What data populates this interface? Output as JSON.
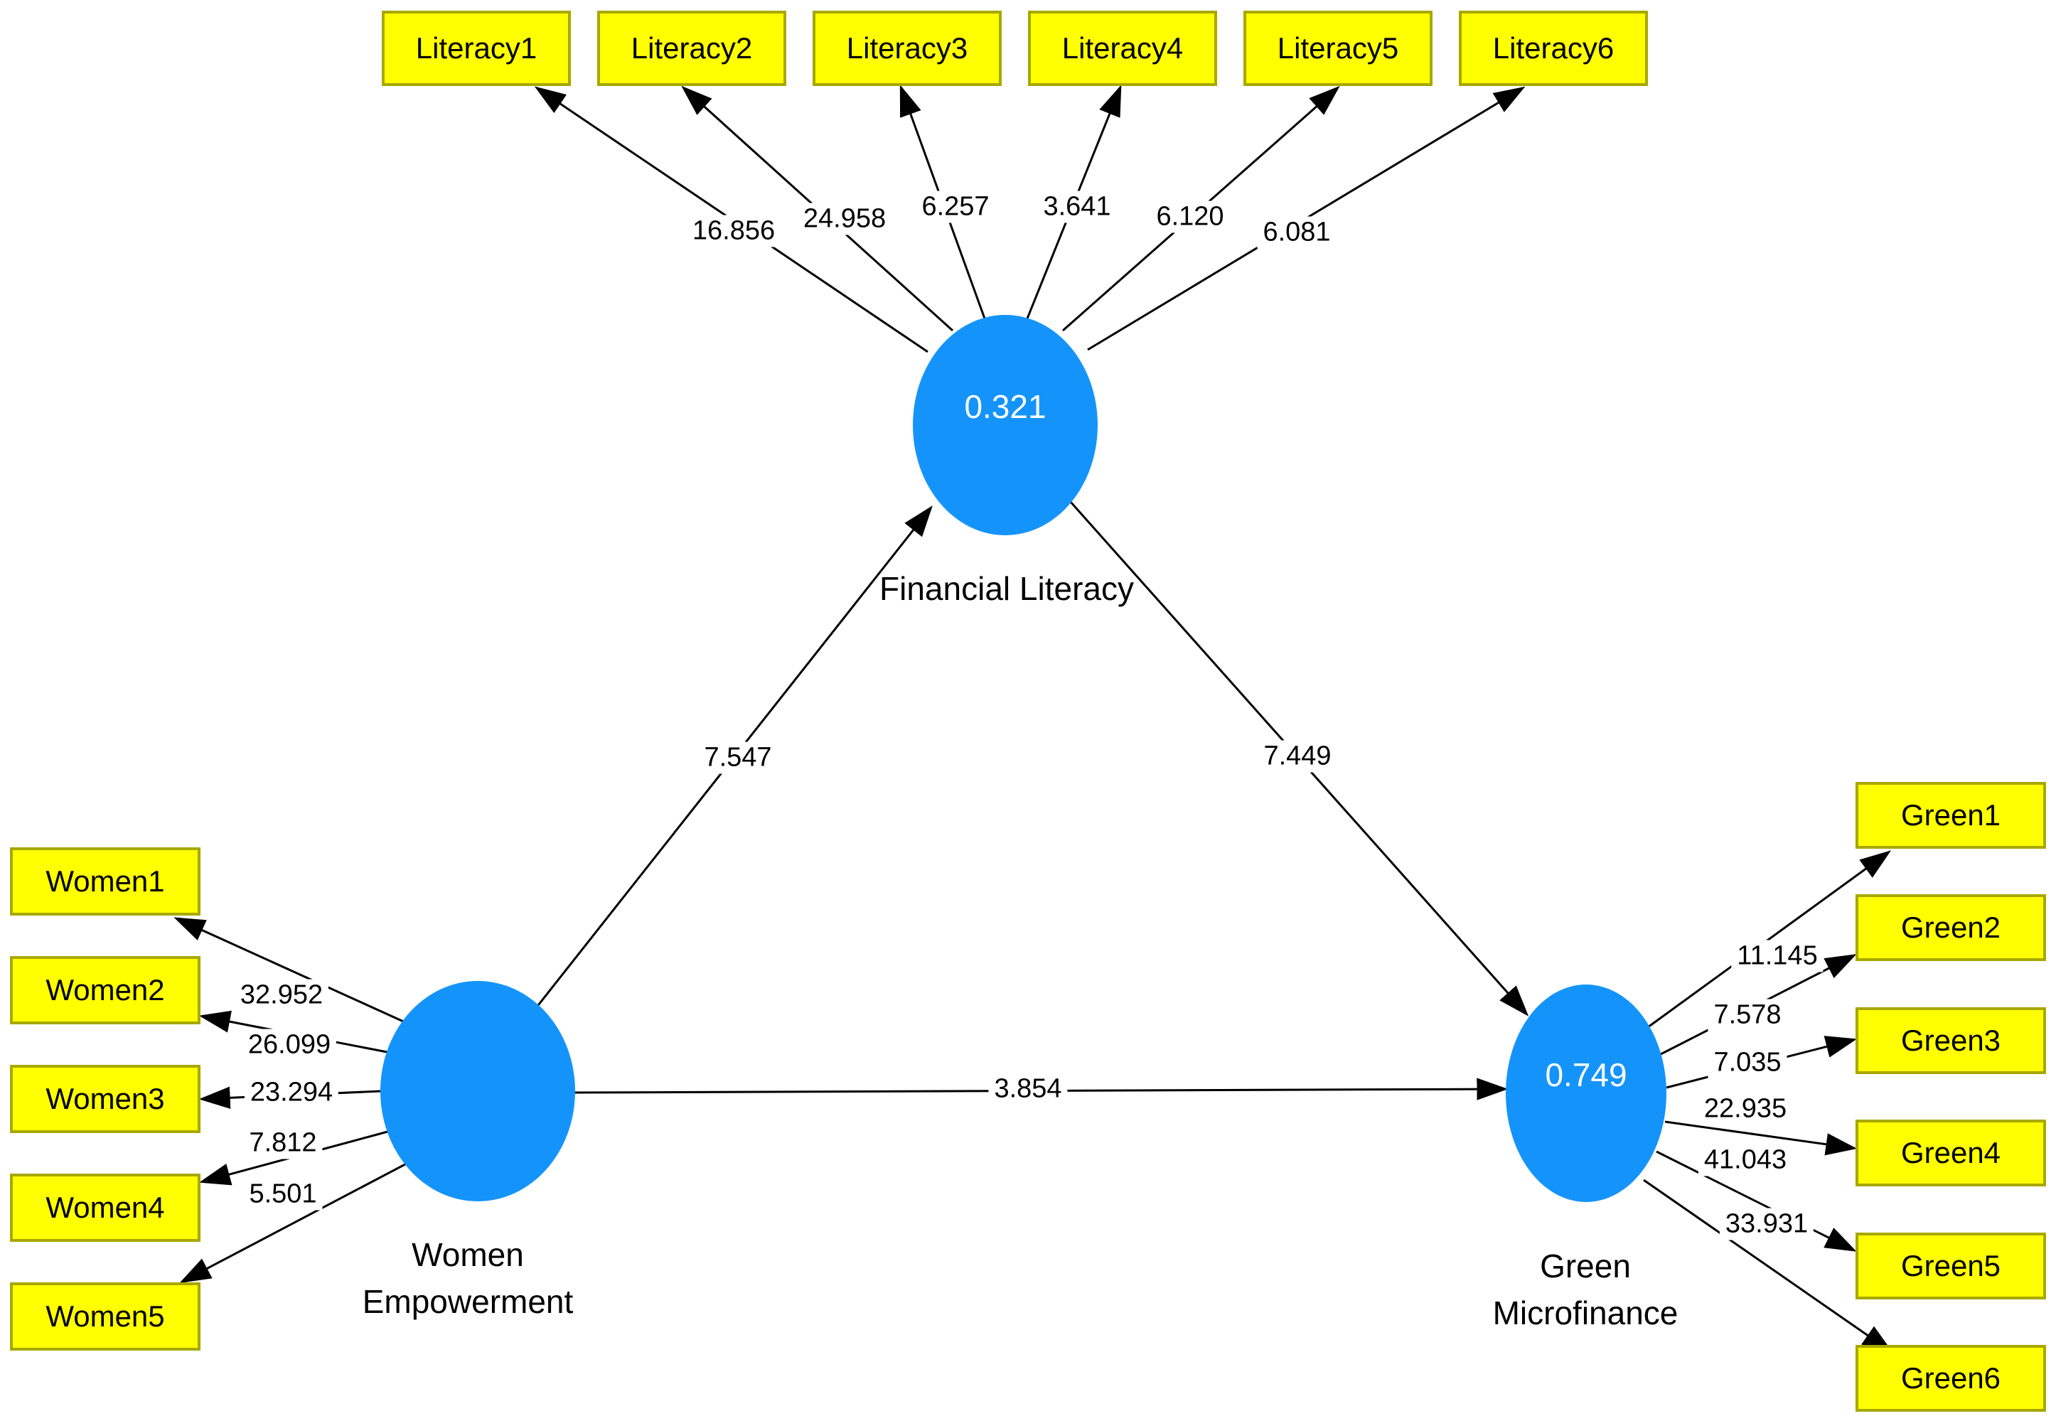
{
  "diagram_type": "PLS-SEM path model (bootstrapping t-values)",
  "colors": {
    "background": "#ffffff",
    "construct_fill": "#1494fb",
    "indicator_fill": "#ffff00",
    "indicator_border": "#a8a800",
    "connector": "#000000",
    "value_text_on_ellipse": "#ffffff",
    "label_text": "#000000"
  },
  "constructs": {
    "financial_literacy": {
      "label": "Financial Literacy",
      "label_lines": [
        "Financial Literacy"
      ],
      "value": "0.321"
    },
    "women_empowerment": {
      "label": "Women Empowerment",
      "label_lines": [
        "Women",
        "Empowerment"
      ],
      "value": ""
    },
    "green_microfinance": {
      "label": "Green Microfinance",
      "label_lines": [
        "Green",
        "Microfinance"
      ],
      "value": "0.749"
    }
  },
  "indicators": {
    "literacy": [
      {
        "label": "Literacy1",
        "loading": "16.856"
      },
      {
        "label": "Literacy2",
        "loading": "24.958"
      },
      {
        "label": "Literacy3",
        "loading": "6.257"
      },
      {
        "label": "Literacy4",
        "loading": "3.641"
      },
      {
        "label": "Literacy5",
        "loading": "6.120"
      },
      {
        "label": "Literacy6",
        "loading": "6.081"
      }
    ],
    "women": [
      {
        "label": "Women1",
        "loading": "32.952"
      },
      {
        "label": "Women2",
        "loading": "26.099"
      },
      {
        "label": "Women3",
        "loading": "23.294"
      },
      {
        "label": "Women4",
        "loading": "7.812"
      },
      {
        "label": "Women5",
        "loading": "5.501"
      }
    ],
    "green": [
      {
        "label": "Green1",
        "loading": "11.145"
      },
      {
        "label": "Green2",
        "loading": "7.578"
      },
      {
        "label": "Green3",
        "loading": "7.035"
      },
      {
        "label": "Green4",
        "loading": "22.935"
      },
      {
        "label": "Green5",
        "loading": "41.043"
      },
      {
        "label": "Green6",
        "loading": "33.931"
      }
    ]
  },
  "structural_paths": [
    {
      "from": "Women Empowerment",
      "to": "Financial Literacy",
      "value": "7.547"
    },
    {
      "from": "Financial Literacy",
      "to": "Green Microfinance",
      "value": "7.449"
    },
    {
      "from": "Women Empowerment",
      "to": "Green Microfinance",
      "value": "3.854"
    }
  ]
}
